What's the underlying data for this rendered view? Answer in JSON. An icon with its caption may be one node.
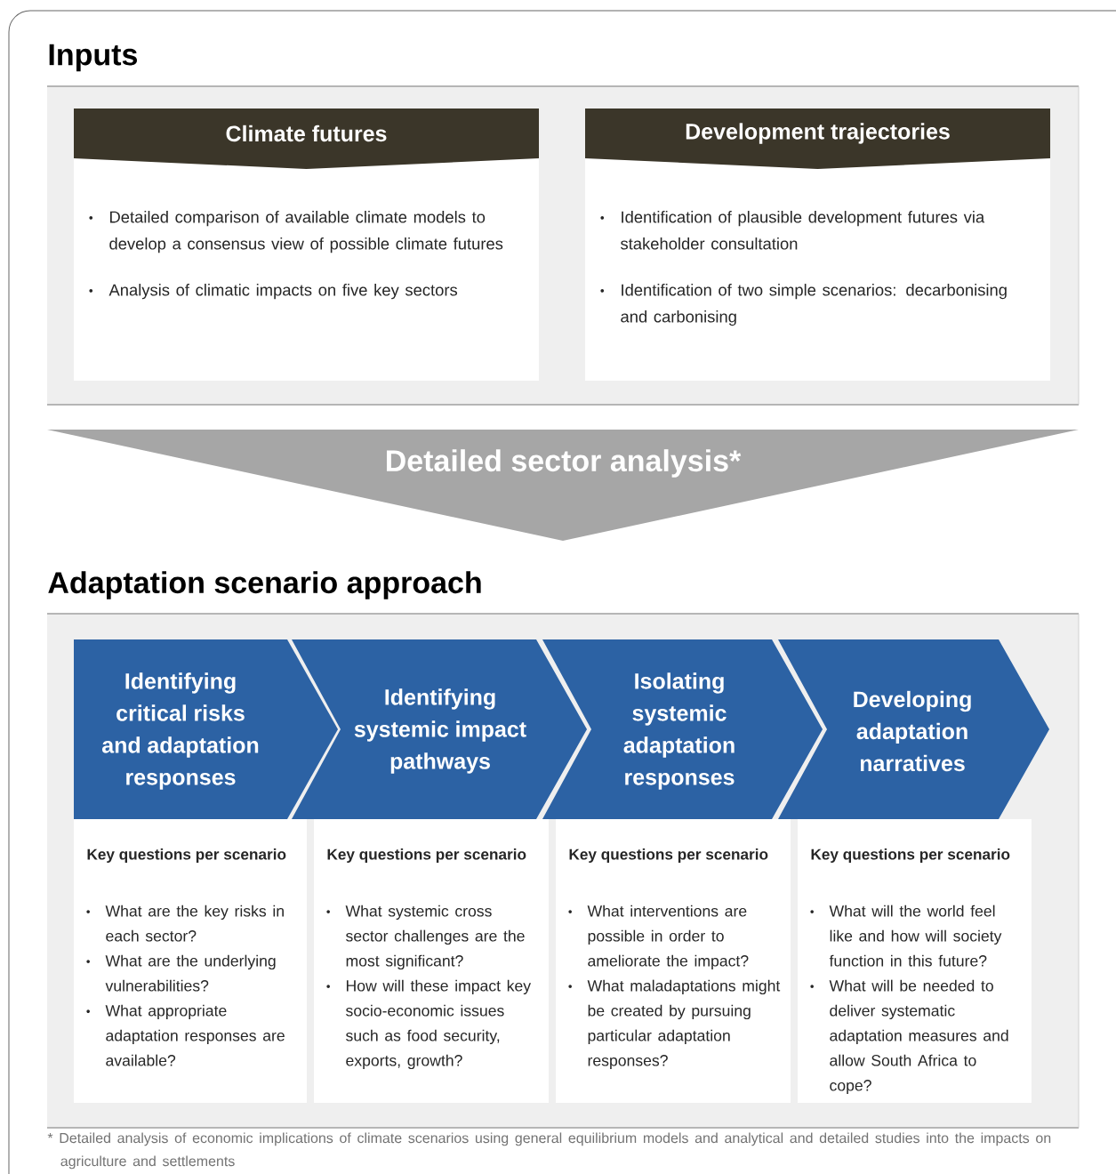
{
  "diagram": {
    "caption": "* Detailed analysis of economic implications of climate scenarios using general equilibrium models and analytical and detailed studies into the impacts on agriculture and settlements",
    "nodes": [
      {
        "text": [
          "Inputs"
        ]
      },
      {
        "text": [
          "Climate futures",
          "Detailed comparison of available climate models to develop a consensus view of possible climate futures",
          "Analysis of climatic impacts on five key sectors"
        ],
        "in": 0
      },
      {
        "text": [
          "Development trajectories",
          "Identification of plausible development futures via stakeholder consultation",
          "Identification of two simple scenarios: decarbonising and carbonising"
        ],
        "in": 0
      },
      {
        "text": [
          "Detailed sector analysis*"
        ]
      },
      {
        "text": [
          "Adaptation scenario approach"
        ]
      },
      {
        "text": [
          "Identifying critical risks and adaptation responses"
        ],
        "in": 4
      },
      {
        "text": [
          "Identifying systemic impact pathways"
        ],
        "in": 4
      },
      {
        "text": [
          "Isolating systemic adaptation responses"
        ],
        "in": 4
      },
      {
        "text": [
          "Developing adaptation narratives"
        ],
        "in": 4
      },
      {
        "text": [
          "Key questions per scenario",
          "What are the key risks in each sector?",
          "What are the underlying vulnerabilities?",
          "What appropriate adaptation responses are available?"
        ],
        "in": 4
      },
      {
        "text": [
          "Key questions per scenario",
          "What systemic cross sector challenges are the most significant?",
          "How will these impact key socio-economic issues such as food security, exports, growth?"
        ],
        "in": 4
      },
      {
        "text": [
          "Key questions per scenario",
          "What interventions are possible in order to ameliorate the impact?",
          "What maladaptations might be created by pursuing particular adaptation responses?"
        ],
        "in": 4
      },
      {
        "text": [
          "Key questions per scenario",
          "What will the world feel like and how will society function in this future?",
          "What will be needed to deliver systematic adaptation measures and allow South Africa to cope?"
        ],
        "in": 4
      }
    ]
  }
}
